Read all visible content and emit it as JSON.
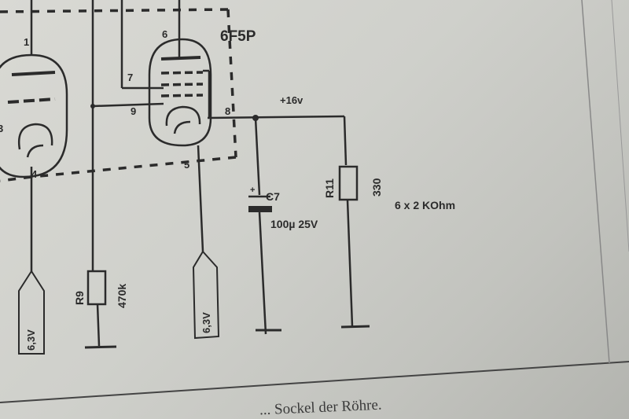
{
  "tube": {
    "type": "6F5P"
  },
  "pins": {
    "p1": "1",
    "p3": "3",
    "p4": "4",
    "p5": "5",
    "p6": "6",
    "p7": "7",
    "p8": "8",
    "p9": "9"
  },
  "supply": {
    "voltage": "+16v"
  },
  "capacitor": {
    "ref": "C7",
    "value": "100µ 25V",
    "polarity": "+"
  },
  "resistor_r11": {
    "ref": "R11",
    "value": "330"
  },
  "resistor_r9": {
    "ref": "R9",
    "value": "470k"
  },
  "heater": {
    "left_label": "6,3V",
    "right_label": "6,3V"
  },
  "note": {
    "text": "6 x 2 KOhm"
  },
  "caption": {
    "text": "... Sockel der Röhre."
  },
  "colors": {
    "paper": "#d6d6d1",
    "ink": "#2b2b2b",
    "backdrop": "#3a3a38"
  }
}
